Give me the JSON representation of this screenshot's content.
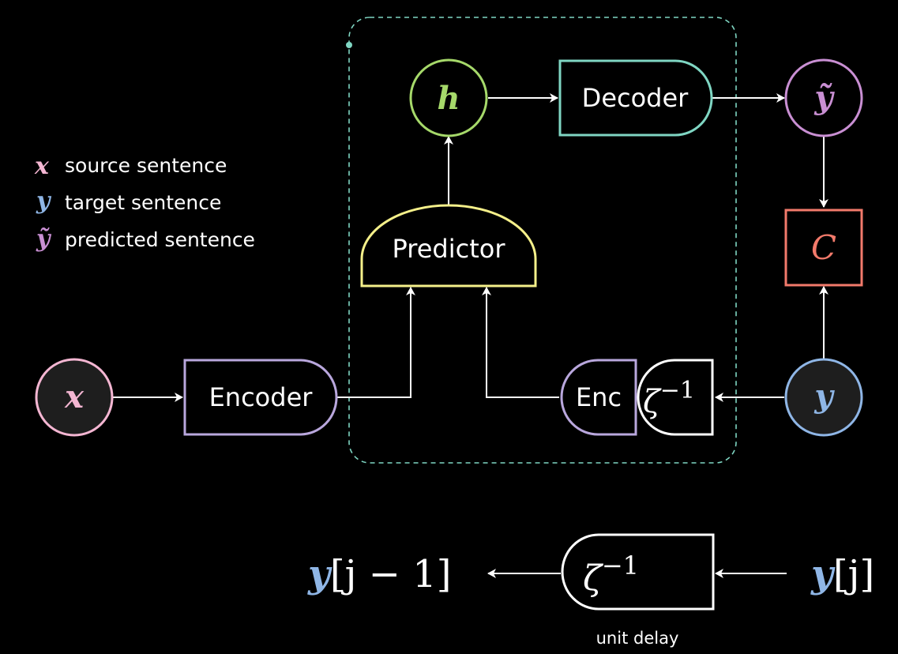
{
  "legend": {
    "items": [
      {
        "symbol": "x",
        "label": "source sentence",
        "color": "#f4b6d2"
      },
      {
        "symbol": "y",
        "label": "target sentence",
        "color": "#8fb6e6"
      },
      {
        "symbol": "ỹ",
        "label": "predicted sentence",
        "color": "#c98fd3"
      }
    ]
  },
  "nodes": {
    "x": {
      "symbol": "x",
      "color": "#f4b6d2"
    },
    "h": {
      "symbol": "h",
      "color": "#a6d96a"
    },
    "y_tilde": {
      "symbol": "ỹ",
      "color": "#c98fd3"
    },
    "y": {
      "symbol": "y",
      "color": "#8fb6e6"
    },
    "cost": {
      "symbol": "C",
      "color": "#f27a6b"
    }
  },
  "blocks": {
    "encoder": {
      "label": "Encoder",
      "color": "#b9a7dd"
    },
    "decoder": {
      "label": "Decoder",
      "color": "#7fd6c3"
    },
    "predictor": {
      "label": "Predictor",
      "color": "#f5f08a"
    },
    "enc": {
      "label": "Enc",
      "color": "#b9a7dd"
    },
    "delay": {
      "symbol": "ζ",
      "sup": "−1",
      "color": "#ffffff"
    }
  },
  "unit_delay": {
    "input": {
      "var": "y",
      "index": "[j]"
    },
    "output": {
      "var": "y",
      "index": "[j − 1]"
    },
    "block": {
      "symbol": "ζ",
      "sup": "−1"
    },
    "caption": "unit delay"
  },
  "colors": {
    "background": "#000000",
    "arrow": "#ffffff",
    "dashed_box": "#7fd6c3"
  }
}
